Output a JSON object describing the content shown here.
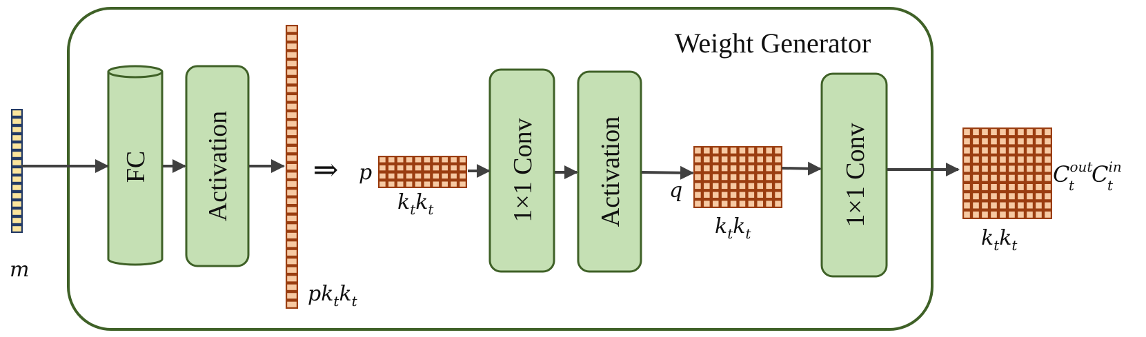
{
  "title": "Weight Generator",
  "blocks": {
    "fc": "FC",
    "activation_1": "Activation",
    "conv_1": "1×1 Conv",
    "activation_2": "Activation",
    "conv_2": "1×1 Conv"
  },
  "labels": {
    "m": "m",
    "p": "p",
    "q": "q",
    "pkk": {
      "a": "pk",
      "s1": "t",
      "b": "k",
      "s2": "t"
    },
    "kk_p": {
      "a": "k",
      "s1": "t",
      "b": "k",
      "s2": "t"
    },
    "kk_q": {
      "a": "k",
      "s1": "t",
      "b": "k",
      "s2": "t"
    },
    "kk_out": {
      "a": "k",
      "s1": "t",
      "b": "k",
      "s2": "t"
    },
    "cc": {
      "a": "C",
      "sub1": "t",
      "sup1": "out",
      "b": "C",
      "sub2": "t",
      "sup2": "in"
    }
  },
  "symbols": {
    "implies": "⇒"
  },
  "colors": {
    "frame": "#3f6127",
    "block_fill": "#c5e0b4",
    "block_stroke": "#3f6127",
    "brown": "#9a3d10",
    "cell_orange": "#f7c9a2",
    "navy": "#243b66",
    "cell_yellow": "#fbe59d",
    "arrow": "#404040"
  }
}
